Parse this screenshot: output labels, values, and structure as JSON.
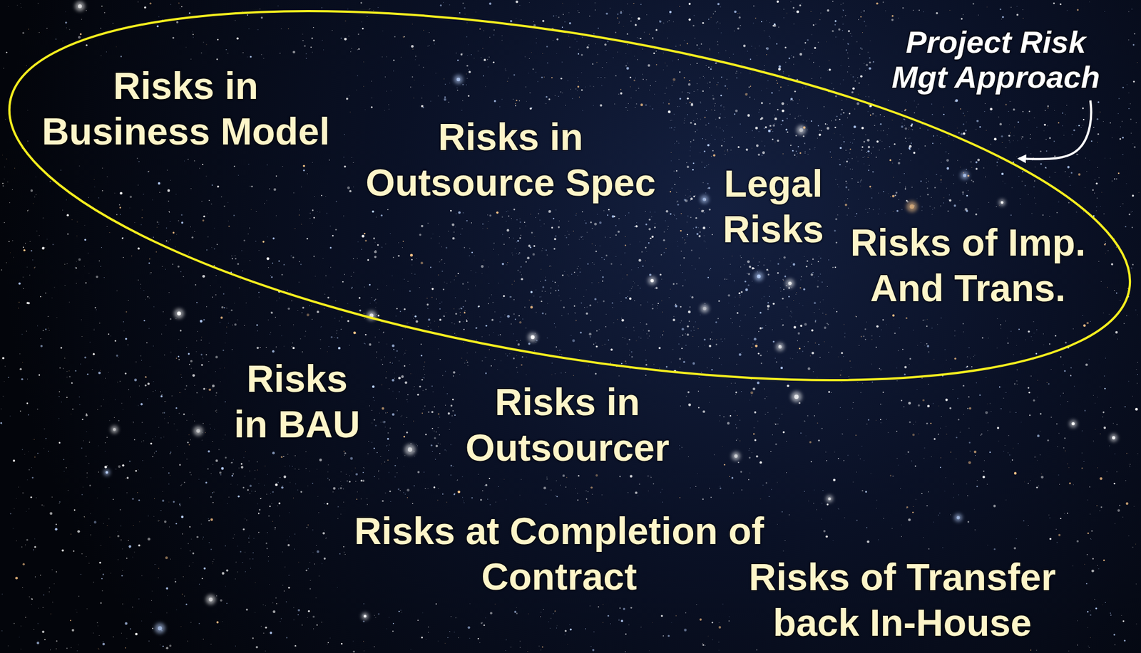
{
  "diagram": {
    "nodes": [
      {
        "text": [
          "Project Risk Mgt Approach",
          "Risks in Business Model",
          "Risks in Outsource Spec",
          "Legal Risks",
          "Risks of Imp. And Trans."
        ]
      }
    ],
    "labels": [
      "Risks in BAU",
      "Risks in Outsourcer",
      "Risks at Completion of Contract",
      "Risks of Transfer back In-House"
    ]
  }
}
